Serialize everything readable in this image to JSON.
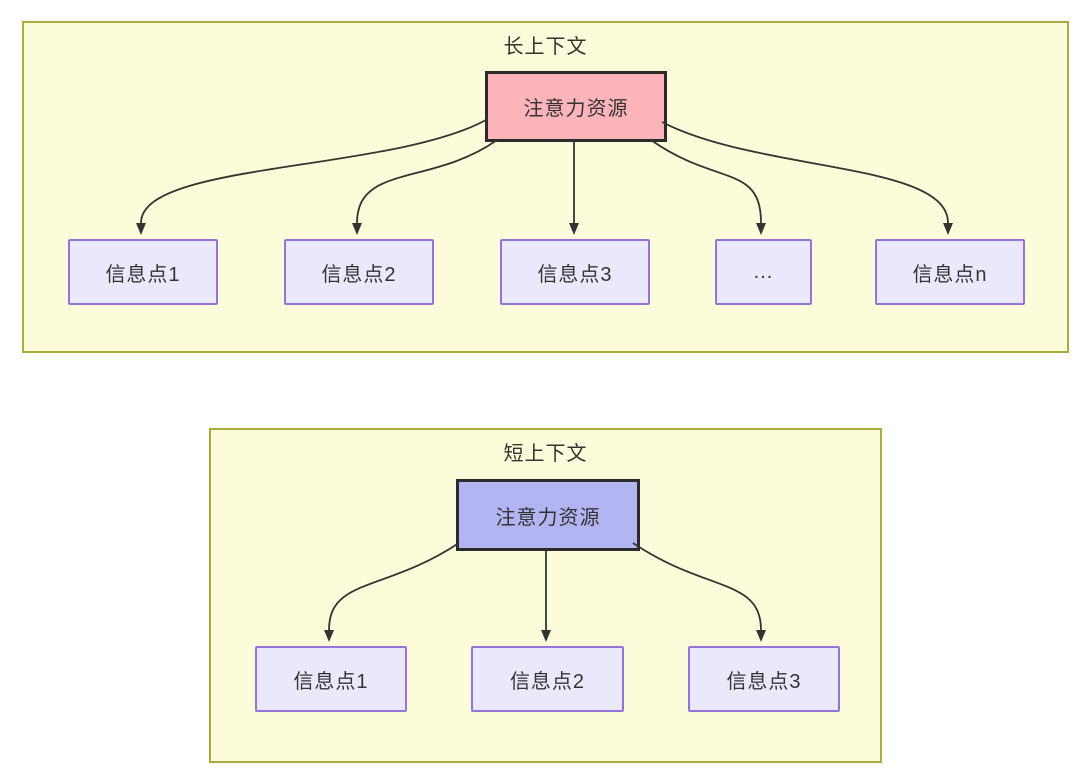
{
  "diagram": {
    "groups": {
      "long": {
        "title": "长上下文",
        "attention_label": "注意力资源",
        "items": [
          {
            "label": "信息点1"
          },
          {
            "label": "信息点2"
          },
          {
            "label": "信息点3"
          },
          {
            "label": "..."
          },
          {
            "label": "信息点n"
          }
        ]
      },
      "short": {
        "title": "短上下文",
        "attention_label": "注意力资源",
        "items": [
          {
            "label": "信息点1"
          },
          {
            "label": "信息点2"
          },
          {
            "label": "信息点3"
          }
        ]
      }
    },
    "colors": {
      "group_fill": "#fcfcda",
      "group_border": "#aaab3c",
      "attention_long_fill": "#ffb4ba",
      "attention_short_fill": "#b3b5f2",
      "attention_border": "#2b2b2b",
      "item_fill": "#e9e9fb",
      "item_border": "#9673d9",
      "arrow": "#333333",
      "text": "#333333",
      "page_background": "#ffffff"
    }
  }
}
